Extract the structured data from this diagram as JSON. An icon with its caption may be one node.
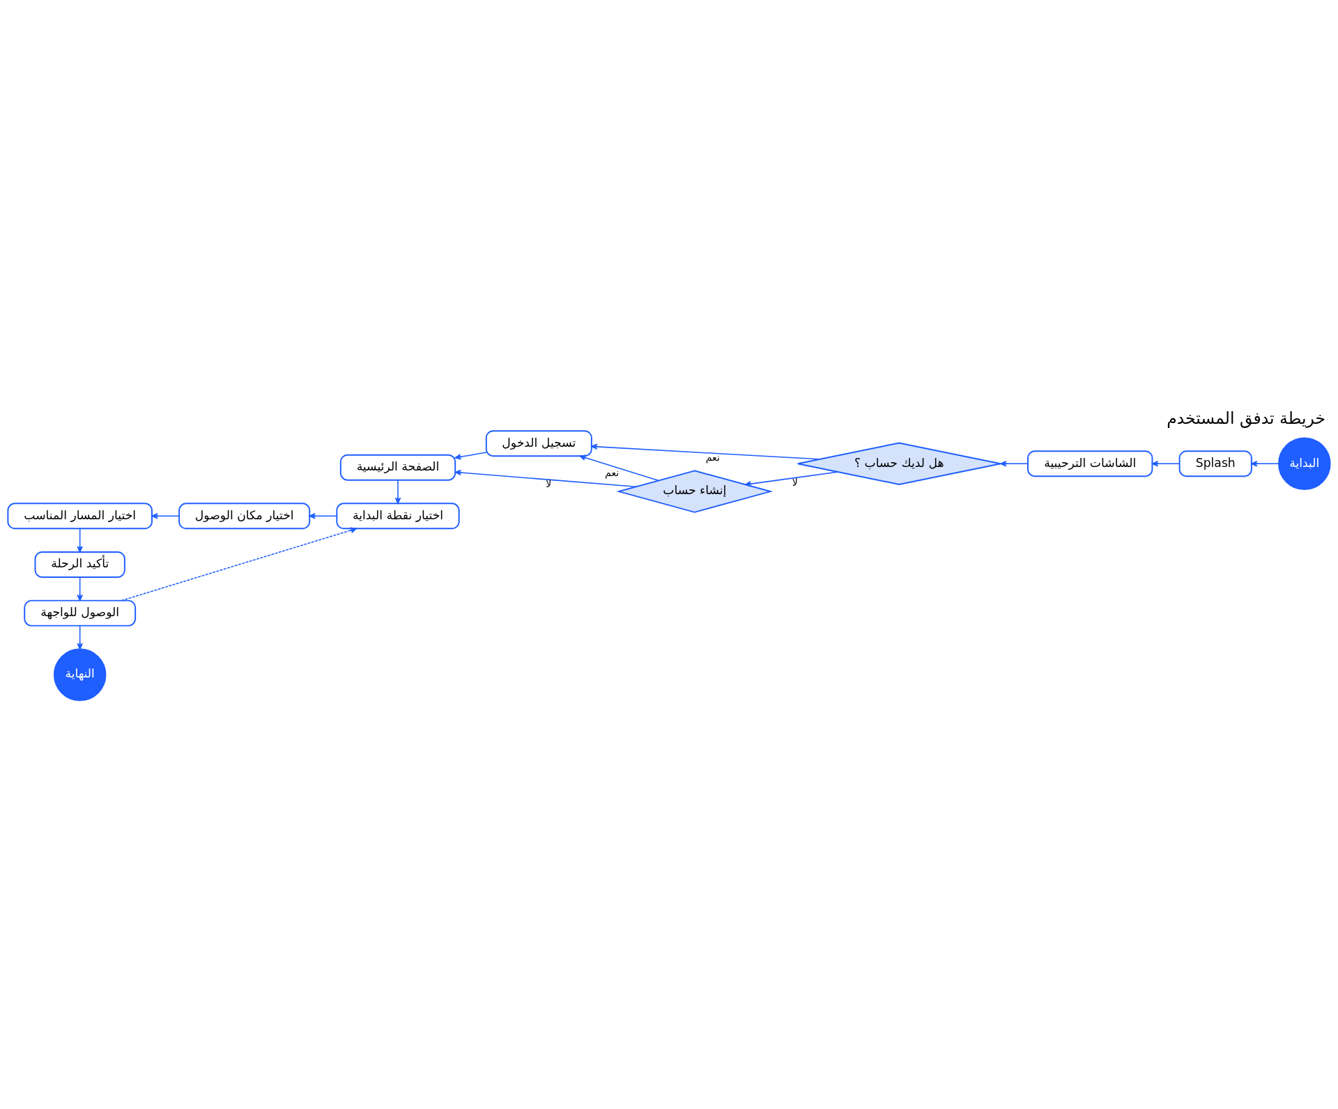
{
  "diagram": {
    "title": "خريطة تدفق المستخدم",
    "nodes": [
      {
        "text": [
          "البداية"
        ]
      },
      {
        "text": [
          "Splash"
        ]
      },
      {
        "text": [
          "الشاشات الترحيبية"
        ]
      },
      {
        "text": [
          "هل لديك حساب ؟"
        ]
      },
      {
        "text": [
          "إنشاء حساب"
        ]
      },
      {
        "text": [
          "تسجيل الدخول"
        ]
      },
      {
        "text": [
          "الصفحة الرئيسية"
        ]
      },
      {
        "text": [
          "اختيار نقطة البداية"
        ]
      },
      {
        "text": [
          "اختيار مكان الوصول"
        ]
      },
      {
        "text": [
          "اختيار المسار المناسب"
        ]
      },
      {
        "text": [
          "تأكيد الرحلة"
        ]
      },
      {
        "text": [
          "الوصول للواجهة"
        ]
      },
      {
        "text": [
          "النهاية"
        ]
      }
    ],
    "edges": [
      {
        "from": 0,
        "to": 1,
        "arrow": "to"
      },
      {
        "from": 1,
        "to": 2,
        "arrow": "to"
      },
      {
        "from": 2,
        "to": 3,
        "arrow": "to"
      },
      {
        "from": 3,
        "to": 5,
        "arrow": "to",
        "label": "نعم"
      },
      {
        "from": 3,
        "to": 4,
        "arrow": "to",
        "label": "لا"
      },
      {
        "from": 4,
        "to": 5,
        "arrow": "to",
        "label": "نعم"
      },
      {
        "from": 4,
        "to": 6,
        "arrow": "to",
        "label": "لا"
      },
      {
        "from": 5,
        "to": 6,
        "arrow": "to"
      },
      {
        "from": 6,
        "to": 7,
        "arrow": "to"
      },
      {
        "from": 7,
        "to": 8,
        "arrow": "to"
      },
      {
        "from": 8,
        "to": 9,
        "arrow": "to"
      },
      {
        "from": 9,
        "to": 10,
        "arrow": "to"
      },
      {
        "from": 10,
        "to": 11,
        "arrow": "to"
      },
      {
        "from": 11,
        "to": 7,
        "arrow": "to",
        "style": "dashed"
      },
      {
        "from": 11,
        "to": 12,
        "arrow": "to"
      }
    ]
  }
}
